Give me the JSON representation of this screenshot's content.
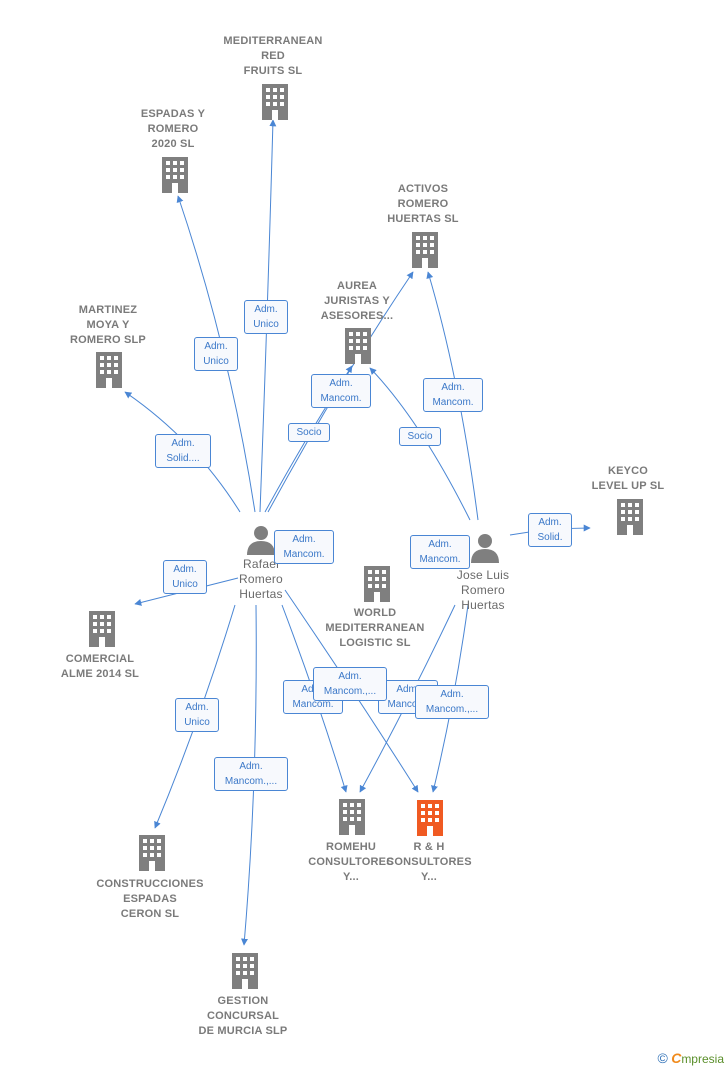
{
  "companies": [
    {
      "id": "mrf",
      "label": "MEDITERRANEAN\nRED\nFRUITS  SL",
      "color": "#7f7f7f"
    },
    {
      "id": "er2",
      "label": "ESPADAS Y\nROMERO\n2020  SL",
      "color": "#7f7f7f"
    },
    {
      "id": "arh",
      "label": "ACTIVOS\nROMERO\nHUERTAS  SL",
      "color": "#7f7f7f"
    },
    {
      "id": "aja",
      "label": "AUREA\nJURISTAS Y\nASESORES...",
      "color": "#7f7f7f"
    },
    {
      "id": "mmr",
      "label": "MARTINEZ\nMOYA Y\nROMERO  SLP",
      "color": "#7f7f7f"
    },
    {
      "id": "klu",
      "label": "KEYCO\nLEVEL UP  SL",
      "color": "#7f7f7f"
    },
    {
      "id": "wml",
      "label": "WORLD\nMEDITERRANEAN\nLOGISTIC SL",
      "color": "#7f7f7f"
    },
    {
      "id": "ca14",
      "label": "COMERCIAL\nALME 2014  SL",
      "color": "#7f7f7f"
    },
    {
      "id": "cec",
      "label": "CONSTRUCCIONES\nESPADAS\nCERON  SL",
      "color": "#7f7f7f"
    },
    {
      "id": "gcm",
      "label": "GESTION\nCONCURSAL\nDE MURCIA  SLP",
      "color": "#7f7f7f"
    },
    {
      "id": "rom",
      "label": "ROMEHU\nCONSULTORES\nY...",
      "color": "#7f7f7f"
    },
    {
      "id": "rhc",
      "label": "R & H\nCONSULTORES\nY...",
      "color": "#f05a22"
    }
  ],
  "persons": [
    {
      "id": "rrh",
      "label": "Rafael\nRomero\nHuertas"
    },
    {
      "id": "jlrh",
      "label": "Jose Luis\nRomero\nHuertas"
    }
  ],
  "roles": [
    {
      "id": "r1",
      "label": "Adm.\nUnico"
    },
    {
      "id": "r2",
      "label": "Adm.\nUnico"
    },
    {
      "id": "r3",
      "label": "Adm.\nMancom."
    },
    {
      "id": "r4",
      "label": "Socio"
    },
    {
      "id": "r5",
      "label": "Adm.\nMancom."
    },
    {
      "id": "r6",
      "label": "Socio"
    },
    {
      "id": "r7",
      "label": "Adm.\nSolid...."
    },
    {
      "id": "r8",
      "label": "Adm.\nMancom."
    },
    {
      "id": "r9",
      "label": "Adm.\nMancom."
    },
    {
      "id": "r10",
      "label": "Adm.\nSolid."
    },
    {
      "id": "r11",
      "label": "Adm.\nUnico"
    },
    {
      "id": "r12",
      "label": "Adm.\nUnico"
    },
    {
      "id": "r13",
      "label": "Adm.\nMancom.,..."
    },
    {
      "id": "r14",
      "label": "Adm.\nMancom."
    },
    {
      "id": "r15",
      "label": "Adm.\nMancom.,..."
    },
    {
      "id": "r16",
      "label": "Adm.\nMancom."
    },
    {
      "id": "r17",
      "label": "Adm.\nMancom.,..."
    }
  ],
  "brand": {
    "symbol": "©",
    "initial": "C",
    "name": "mpresia"
  },
  "colors": {
    "edge": "#4a86d4",
    "company": "#7f7f7f",
    "highlight": "#f05a22",
    "person": "#7f7f7f"
  }
}
